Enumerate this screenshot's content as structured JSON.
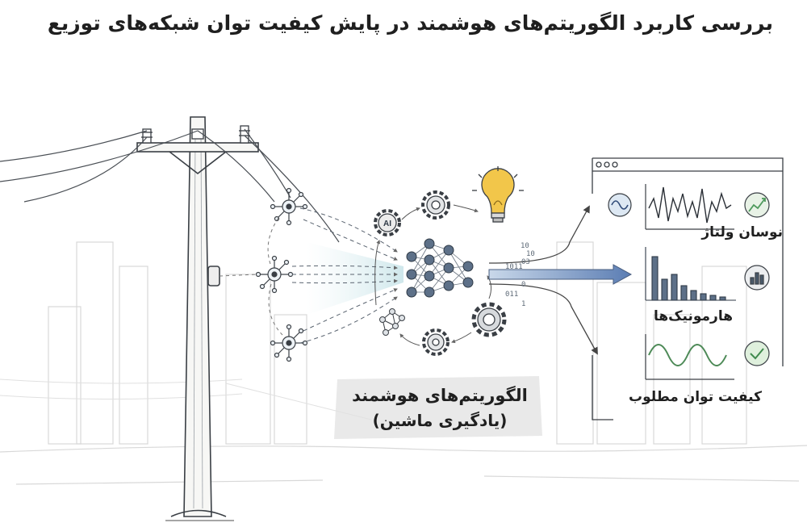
{
  "title": "بررسی کاربرد الگوریتم‌های هوشمند در پایش کیفیت توان شبکه‌های توزیع",
  "center": {
    "line1": "الگوریتم‌های هوشمند",
    "line2": "(یادگیری ماشین)",
    "ai_badge": "AI"
  },
  "outputs": [
    {
      "label": "نوسان ولتاژ",
      "icon": "trend-up-icon",
      "accent": "#4e9a5c"
    },
    {
      "label": "هارمونیک‌ها",
      "icon": "bar-chart-icon",
      "accent": "#4a5a6c"
    },
    {
      "label": "کیفیت توان مطلوب",
      "icon": "check-icon",
      "accent": "#5ea06a"
    }
  ],
  "bits": [
    "10",
    "10",
    "03",
    "1011",
    "0",
    "011",
    "1"
  ],
  "colors": {
    "ink": "#3a3f45",
    "flow": "#7fb4c4",
    "bulb": "#f2c64a",
    "accent_blue": "#4a6fb0"
  }
}
